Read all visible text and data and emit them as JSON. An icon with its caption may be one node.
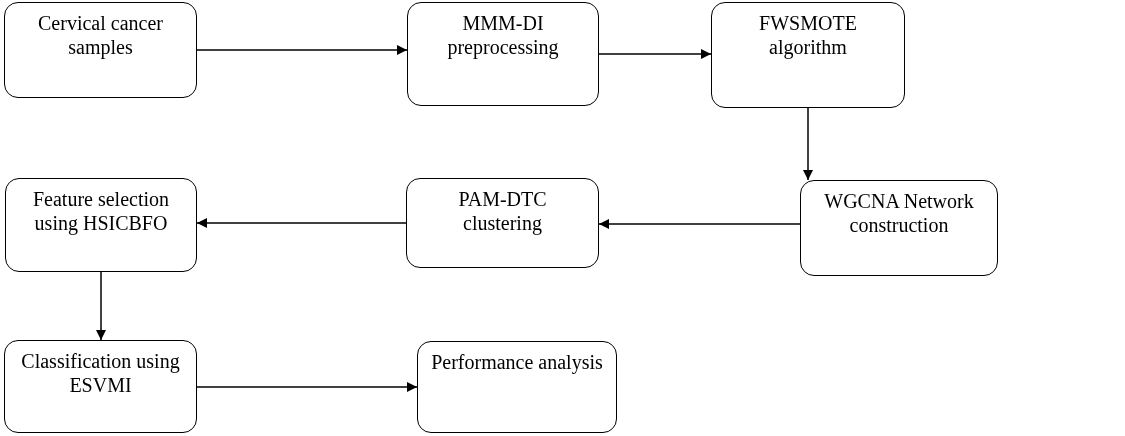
{
  "diagram": {
    "nodes": [
      {
        "text": [
          "Cervical cancer samples"
        ]
      },
      {
        "text": [
          "MMM-DI preprocessing"
        ]
      },
      {
        "text": [
          "FWSMOTE algorithm"
        ]
      },
      {
        "text": [
          "WGCNA Network construction"
        ]
      },
      {
        "text": [
          "PAM-DTC clustering"
        ]
      },
      {
        "text": [
          "Feature selection using HSICBFO"
        ]
      },
      {
        "text": [
          "Classification using ESVMI"
        ]
      },
      {
        "text": [
          "Performance analysis"
        ]
      }
    ],
    "edges": [
      {
        "from": 0,
        "to": 1,
        "arrow": "to"
      },
      {
        "from": 1,
        "to": 2,
        "arrow": "to"
      },
      {
        "from": 2,
        "to": 3,
        "arrow": "to"
      },
      {
        "from": 3,
        "to": 4,
        "arrow": "to"
      },
      {
        "from": 4,
        "to": 5,
        "arrow": "to"
      },
      {
        "from": 5,
        "to": 6,
        "arrow": "to"
      },
      {
        "from": 6,
        "to": 7,
        "arrow": "to"
      }
    ]
  }
}
